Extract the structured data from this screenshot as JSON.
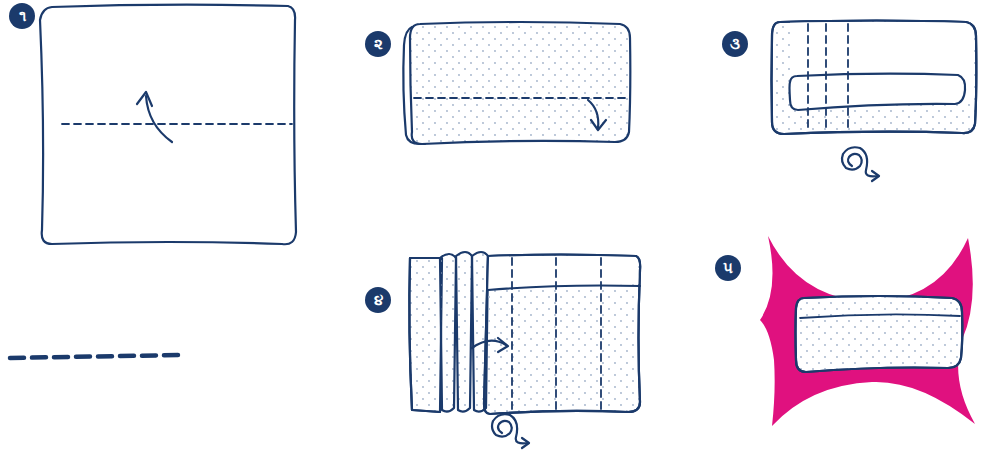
{
  "diagram": {
    "labels": [
      "૧",
      "૨",
      "૩",
      "૪",
      "૫"
    ]
  }
}
